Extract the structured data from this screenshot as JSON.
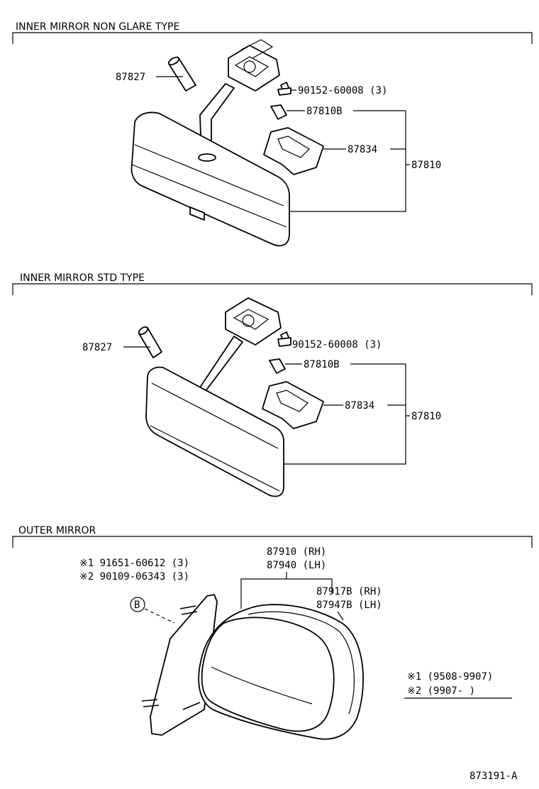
{
  "sections": {
    "non_glare": {
      "title": "INNER MIRROR NON GLARE TYPE",
      "labels": {
        "pin": "87827",
        "screw": "90152-60008 (3)",
        "bulb": "87810B",
        "cover": "87834",
        "assy": "87810"
      }
    },
    "std": {
      "title": "INNER MIRROR STD TYPE",
      "labels": {
        "pin": "87827",
        "screw": "90152-60008 (3)",
        "bulb": "87810B",
        "cover": "87834",
        "assy": "87810"
      }
    },
    "outer": {
      "title": "OUTER MIRROR",
      "labels": {
        "bolt1": "※1 91651-60612 (3)",
        "bolt2": "※2 90109-06343 (3)",
        "ref_b": "B",
        "mirror_rh": "87910 (RH)",
        "mirror_lh": "87940 (LH)",
        "glass_rh": "87917B (RH)",
        "glass_lh": "87947B (LH)"
      },
      "notes": {
        "n1": "※1 (9508-9907)",
        "n2": "※2 (9907-      )"
      }
    }
  },
  "diagram_code": "873191-A"
}
